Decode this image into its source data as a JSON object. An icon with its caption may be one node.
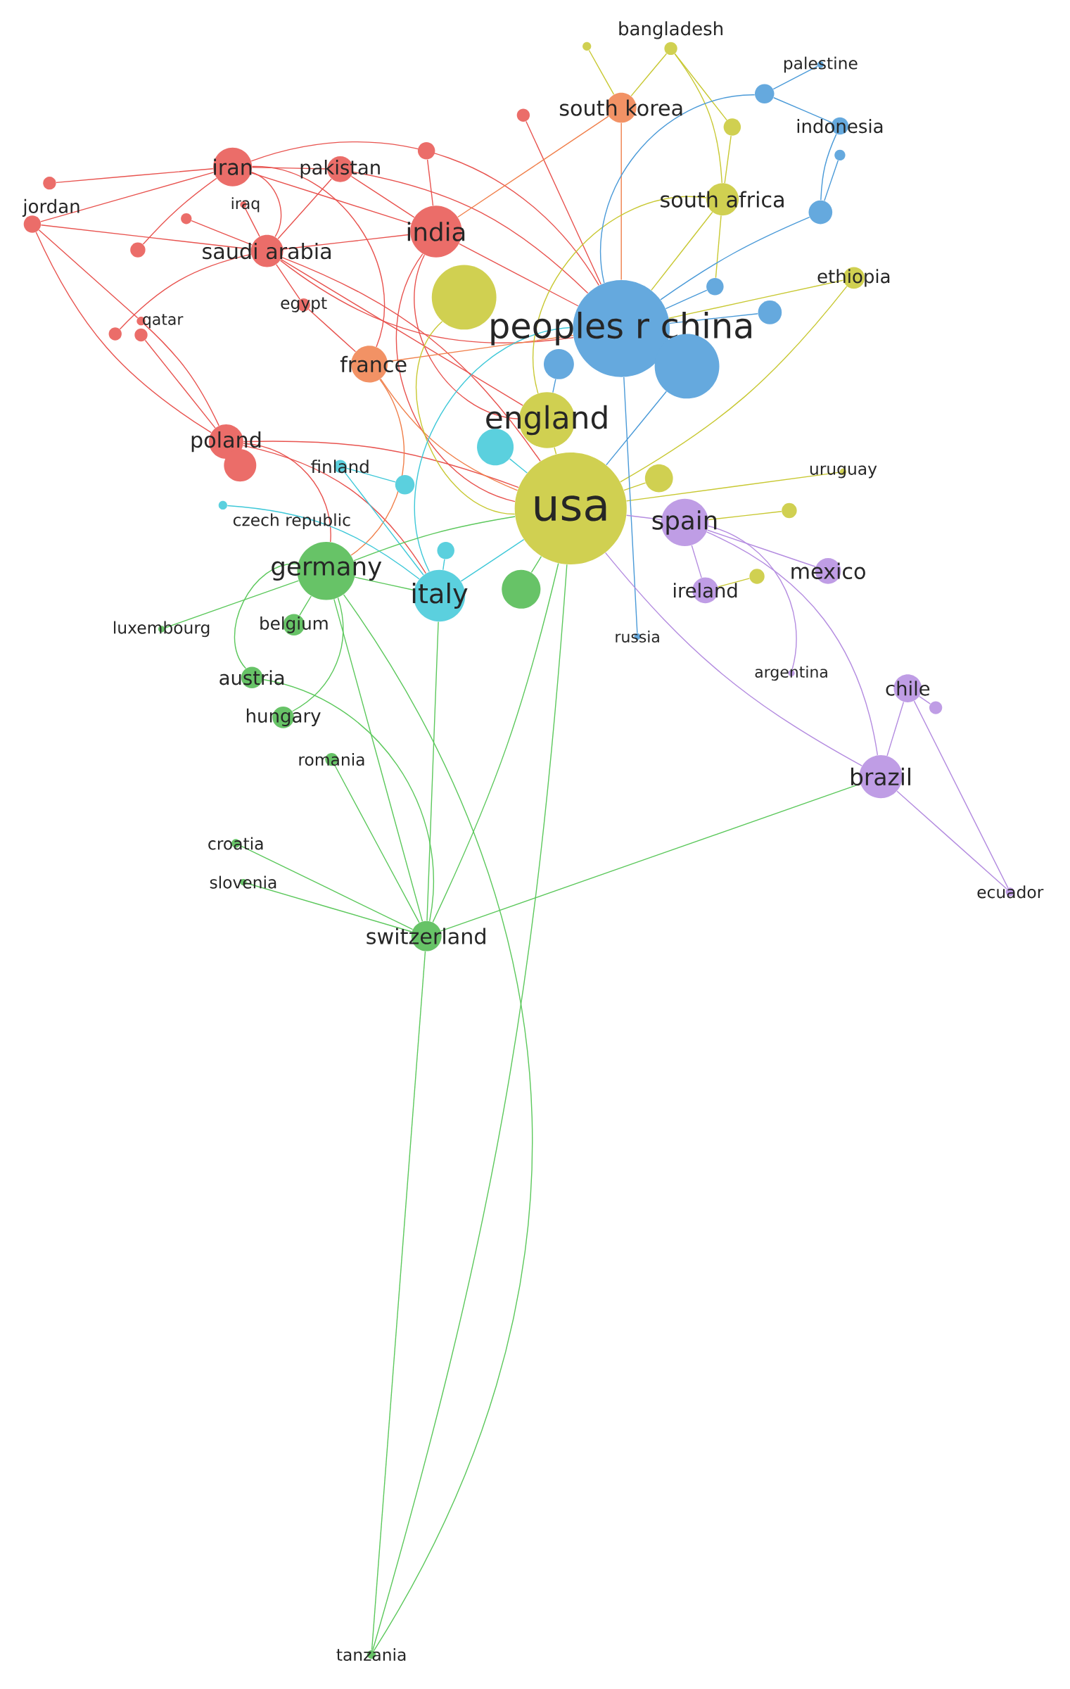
{
  "diagram": {
    "nodes": [
      {
        "text": [
          "bangladesh"
        ]
      },
      {
        "text": [
          "palestine"
        ]
      },
      {
        "text": [
          "south korea"
        ]
      },
      {
        "text": [
          "indonesia"
        ]
      },
      {
        "text": [
          "iran"
        ]
      },
      {
        "text": [
          "pakistan"
        ]
      },
      {
        "text": [
          "jordan"
        ]
      },
      {
        "text": [
          "iraq"
        ]
      },
      {
        "text": [
          "south africa"
        ]
      },
      {
        "text": [
          "saudi arabia"
        ]
      },
      {
        "text": [
          "india"
        ]
      },
      {
        "text": [
          "ethiopia"
        ]
      },
      {
        "text": [
          "egypt"
        ]
      },
      {
        "text": [
          "peoples r china"
        ]
      },
      {
        "text": [
          "qatar"
        ]
      },
      {
        "text": [
          "france"
        ]
      },
      {
        "text": [
          "england"
        ]
      },
      {
        "text": [
          "poland"
        ]
      },
      {
        "text": [
          "finland"
        ]
      },
      {
        "text": [
          "uruguay"
        ]
      },
      {
        "text": [
          "usa"
        ]
      },
      {
        "text": [
          "czech republic"
        ]
      },
      {
        "text": [
          "spain"
        ]
      },
      {
        "text": [
          "germany"
        ]
      },
      {
        "text": [
          "mexico"
        ]
      },
      {
        "text": [
          "italy"
        ]
      },
      {
        "text": [
          "ireland"
        ]
      },
      {
        "text": [
          "luxembourg"
        ]
      },
      {
        "text": [
          "belgium"
        ]
      },
      {
        "text": [
          "russia"
        ]
      },
      {
        "text": [
          "argentina"
        ]
      },
      {
        "text": [
          "austria"
        ]
      },
      {
        "text": [
          "chile"
        ]
      },
      {
        "text": [
          "hungary"
        ]
      },
      {
        "text": [
          "romania"
        ]
      },
      {
        "text": [
          "brazil"
        ]
      },
      {
        "text": [
          "croatia"
        ]
      },
      {
        "text": [
          "slovenia"
        ]
      },
      {
        "text": [
          "ecuador"
        ]
      },
      {
        "text": [
          "switzerland"
        ]
      },
      {
        "text": [
          "tanzania"
        ]
      },
      {
        "text": [],
        "shape": "circle"
      },
      {
        "text": [],
        "shape": "circle"
      },
      {
        "text": [],
        "shape": "circle"
      },
      {
        "text": [],
        "shape": "circle"
      },
      {
        "text": [],
        "shape": "circle"
      },
      {
        "text": [],
        "shape": "circle"
      },
      {
        "text": [],
        "shape": "circle"
      },
      {
        "text": [],
        "shape": "circle"
      },
      {
        "text": [],
        "shape": "circle"
      },
      {
        "text": [],
        "shape": "circle"
      },
      {
        "text": [],
        "shape": "circle"
      },
      {
        "text": [],
        "shape": "circle"
      },
      {
        "text": [],
        "shape": "circle"
      },
      {
        "text": [],
        "shape": "circle"
      },
      {
        "text": [],
        "shape": "circle"
      },
      {
        "text": [],
        "shape": "circle"
      },
      {
        "text": [],
        "shape": "circle"
      },
      {
        "text": [],
        "shape": "circle"
      },
      {
        "text": [],
        "shape": "circle"
      },
      {
        "text": [],
        "shape": "circle"
      },
      {
        "text": [],
        "shape": "circle"
      },
      {
        "text": [],
        "shape": "circle"
      },
      {
        "text": [],
        "shape": "circle"
      },
      {
        "text": [],
        "shape": "circle"
      },
      {
        "text": [],
        "shape": "circle"
      },
      {
        "text": [],
        "shape": "circle"
      }
    ],
    "edges": [
      {
        "from": 4,
        "to": 9,
        "arrow": "none",
        "color": "#e8534f"
      },
      {
        "from": 4,
        "to": 10,
        "arrow": "none",
        "color": "#e8534f"
      },
      {
        "from": 4,
        "to": 5,
        "arrow": "none",
        "color": "#e8534f"
      },
      {
        "from": 4,
        "to": 6,
        "arrow": "none",
        "color": "#e8534f"
      },
      {
        "from": 4,
        "to": 13,
        "arrow": "none",
        "color": "#e8534f"
      },
      {
        "from": 4,
        "to": 15,
        "arrow": "none",
        "color": "#e8534f"
      },
      {
        "from": 5,
        "to": 9,
        "arrow": "none",
        "color": "#e8534f"
      },
      {
        "from": 5,
        "to": 10,
        "arrow": "none",
        "color": "#e8534f"
      },
      {
        "from": 5,
        "to": 13,
        "arrow": "none",
        "color": "#e8534f"
      },
      {
        "from": 6,
        "to": 9,
        "arrow": "none",
        "color": "#e8534f"
      },
      {
        "from": 6,
        "to": 14,
        "arrow": "none",
        "color": "#e8534f"
      },
      {
        "from": 6,
        "to": 17,
        "arrow": "none",
        "color": "#e8534f"
      },
      {
        "from": 7,
        "to": 9,
        "arrow": "none",
        "color": "#e8534f"
      },
      {
        "from": 9,
        "to": 10,
        "arrow": "none",
        "color": "#e8534f"
      },
      {
        "from": 9,
        "to": 12,
        "arrow": "none",
        "color": "#e8534f"
      },
      {
        "from": 9,
        "to": 13,
        "arrow": "none",
        "color": "#e8534f"
      },
      {
        "from": 9,
        "to": 20,
        "arrow": "none",
        "color": "#e8534f"
      },
      {
        "from": 9,
        "to": 16,
        "arrow": "none",
        "color": "#e8534f"
      },
      {
        "from": 10,
        "to": 13,
        "arrow": "none",
        "color": "#e8534f"
      },
      {
        "from": 10,
        "to": 20,
        "arrow": "none",
        "color": "#e8534f"
      },
      {
        "from": 10,
        "to": 16,
        "arrow": "none",
        "color": "#e8534f"
      },
      {
        "from": 12,
        "to": 15,
        "arrow": "none",
        "color": "#e8534f"
      },
      {
        "from": 14,
        "to": 17,
        "arrow": "none",
        "color": "#e8534f"
      },
      {
        "from": 17,
        "to": 23,
        "arrow": "none",
        "color": "#e8534f"
      },
      {
        "from": 17,
        "to": 20,
        "arrow": "none",
        "color": "#e8534f"
      },
      {
        "from": 17,
        "to": 25,
        "arrow": "none",
        "color": "#e8534f"
      },
      {
        "from": 55,
        "to": 13,
        "arrow": "none",
        "color": "#e8534f"
      },
      {
        "from": 56,
        "to": 10,
        "arrow": "none",
        "color": "#e8534f"
      },
      {
        "from": 64,
        "to": 4,
        "arrow": "none",
        "color": "#e8534f"
      },
      {
        "from": 62,
        "to": 9,
        "arrow": "none",
        "color": "#e8534f"
      },
      {
        "from": 63,
        "to": 17,
        "arrow": "none",
        "color": "#e8534f"
      },
      {
        "from": 65,
        "to": 9,
        "arrow": "none",
        "color": "#e8534f"
      },
      {
        "from": 57,
        "to": 4,
        "arrow": "none",
        "color": "#e8534f"
      },
      {
        "from": 15,
        "to": 20,
        "arrow": "none",
        "color": "#f07f4a"
      },
      {
        "from": 15,
        "to": 13,
        "arrow": "none",
        "color": "#f07f4a"
      },
      {
        "from": 15,
        "to": 23,
        "arrow": "none",
        "color": "#f07f4a"
      },
      {
        "from": 2,
        "to": 13,
        "arrow": "none",
        "color": "#f07f4a"
      },
      {
        "from": 2,
        "to": 10,
        "arrow": "none",
        "color": "#f07f4a"
      },
      {
        "from": 0,
        "to": 2,
        "arrow": "none",
        "color": "#c8c832"
      },
      {
        "from": 0,
        "to": 54,
        "arrow": "none",
        "color": "#c8c832"
      },
      {
        "from": 0,
        "to": 8,
        "arrow": "none",
        "color": "#c8c832"
      },
      {
        "from": 8,
        "to": 13,
        "arrow": "none",
        "color": "#c8c832"
      },
      {
        "from": 8,
        "to": 53,
        "arrow": "none",
        "color": "#c8c832"
      },
      {
        "from": 8,
        "to": 16,
        "arrow": "none",
        "color": "#c8c832"
      },
      {
        "from": 11,
        "to": 13,
        "arrow": "none",
        "color": "#c8c832"
      },
      {
        "from": 11,
        "to": 20,
        "arrow": "none",
        "color": "#c8c832"
      },
      {
        "from": 16,
        "to": 20,
        "arrow": "none",
        "color": "#c8c832"
      },
      {
        "from": 19,
        "to": 20,
        "arrow": "none",
        "color": "#c8c832"
      },
      {
        "from": 41,
        "to": 20,
        "arrow": "none",
        "color": "#c8c832"
      },
      {
        "from": 45,
        "to": 20,
        "arrow": "none",
        "color": "#c8c832"
      },
      {
        "from": 58,
        "to": 22,
        "arrow": "none",
        "color": "#c8c832"
      },
      {
        "from": 59,
        "to": 26,
        "arrow": "none",
        "color": "#c8c832"
      },
      {
        "from": 61,
        "to": 2,
        "arrow": "none",
        "color": "#c8c832"
      },
      {
        "from": 54,
        "to": 8,
        "arrow": "none",
        "color": "#c8c832"
      },
      {
        "from": 1,
        "to": 50,
        "arrow": "none",
        "color": "#4a9ad8"
      },
      {
        "from": 3,
        "to": 50,
        "arrow": "none",
        "color": "#4a9ad8"
      },
      {
        "from": 3,
        "to": 51,
        "arrow": "none",
        "color": "#4a9ad8"
      },
      {
        "from": 50,
        "to": 13,
        "arrow": "none",
        "color": "#4a9ad8"
      },
      {
        "from": 51,
        "to": 13,
        "arrow": "none",
        "color": "#4a9ad8"
      },
      {
        "from": 52,
        "to": 13,
        "arrow": "none",
        "color": "#4a9ad8"
      },
      {
        "from": 53,
        "to": 13,
        "arrow": "none",
        "color": "#4a9ad8"
      },
      {
        "from": 29,
        "to": 13,
        "arrow": "none",
        "color": "#4a9ad8"
      },
      {
        "from": 42,
        "to": 20,
        "arrow": "none",
        "color": "#4a9ad8"
      },
      {
        "from": 43,
        "to": 16,
        "arrow": "none",
        "color": "#4a9ad8"
      },
      {
        "from": 66,
        "to": 51,
        "arrow": "none",
        "color": "#4a9ad8"
      },
      {
        "from": 18,
        "to": 25,
        "arrow": "none",
        "color": "#3ec8d8"
      },
      {
        "from": 21,
        "to": 25,
        "arrow": "none",
        "color": "#3ec8d8"
      },
      {
        "from": 25,
        "to": 20,
        "arrow": "none",
        "color": "#3ec8d8"
      },
      {
        "from": 25,
        "to": 13,
        "arrow": "none",
        "color": "#3ec8d8"
      },
      {
        "from": 44,
        "to": 20,
        "arrow": "none",
        "color": "#3ec8d8"
      },
      {
        "from": 48,
        "to": 25,
        "arrow": "none",
        "color": "#3ec8d8"
      },
      {
        "from": 49,
        "to": 18,
        "arrow": "none",
        "color": "#3ec8d8"
      },
      {
        "from": 23,
        "to": 20,
        "arrow": "none",
        "color": "#5cc85c"
      },
      {
        "from": 23,
        "to": 25,
        "arrow": "none",
        "color": "#5cc85c"
      },
      {
        "from": 23,
        "to": 39,
        "arrow": "none",
        "color": "#5cc85c"
      },
      {
        "from": 27,
        "to": 23,
        "arrow": "none",
        "color": "#5cc85c"
      },
      {
        "from": 28,
        "to": 23,
        "arrow": "none",
        "color": "#5cc85c"
      },
      {
        "from": 31,
        "to": 23,
        "arrow": "none",
        "color": "#5cc85c"
      },
      {
        "from": 31,
        "to": 39,
        "arrow": "none",
        "color": "#5cc85c"
      },
      {
        "from": 33,
        "to": 23,
        "arrow": "none",
        "color": "#5cc85c"
      },
      {
        "from": 34,
        "to": 39,
        "arrow": "none",
        "color": "#5cc85c"
      },
      {
        "from": 36,
        "to": 39,
        "arrow": "none",
        "color": "#5cc85c"
      },
      {
        "from": 37,
        "to": 39,
        "arrow": "none",
        "color": "#5cc85c"
      },
      {
        "from": 39,
        "to": 20,
        "arrow": "none",
        "color": "#5cc85c"
      },
      {
        "from": 39,
        "to": 25,
        "arrow": "none",
        "color": "#5cc85c"
      },
      {
        "from": 39,
        "to": 40,
        "arrow": "none",
        "color": "#5cc85c"
      },
      {
        "from": 40,
        "to": 23,
        "arrow": "none",
        "color": "#5cc85c"
      },
      {
        "from": 40,
        "to": 20,
        "arrow": "none",
        "color": "#5cc85c"
      },
      {
        "from": 46,
        "to": 20,
        "arrow": "none",
        "color": "#5cc85c"
      },
      {
        "from": 35,
        "to": 39,
        "arrow": "none",
        "color": "#5cc85c"
      },
      {
        "from": 22,
        "to": 20,
        "arrow": "none",
        "color": "#b48ce0"
      },
      {
        "from": 24,
        "to": 22,
        "arrow": "none",
        "color": "#b48ce0"
      },
      {
        "from": 26,
        "to": 22,
        "arrow": "none",
        "color": "#b48ce0"
      },
      {
        "from": 30,
        "to": 22,
        "arrow": "none",
        "color": "#b48ce0"
      },
      {
        "from": 32,
        "to": 35,
        "arrow": "none",
        "color": "#b48ce0"
      },
      {
        "from": 35,
        "to": 22,
        "arrow": "none",
        "color": "#b48ce0"
      },
      {
        "from": 35,
        "to": 20,
        "arrow": "none",
        "color": "#b48ce0"
      },
      {
        "from": 38,
        "to": 35,
        "arrow": "none",
        "color": "#b48ce0"
      },
      {
        "from": 38,
        "to": 32,
        "arrow": "none",
        "color": "#b48ce0"
      },
      {
        "from": 60,
        "to": 32,
        "arrow": "none",
        "color": "#b48ce0"
      }
    ]
  }
}
